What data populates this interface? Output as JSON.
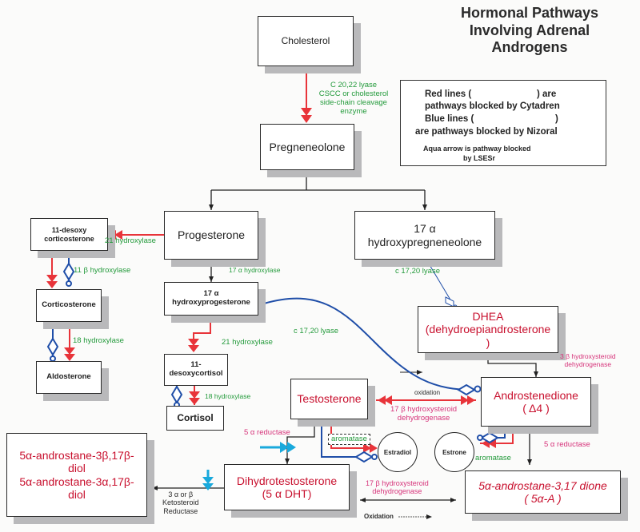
{
  "title": {
    "line1": "Hormonal Pathways",
    "line2": "Involving Adrenal",
    "line3": "Androgens"
  },
  "legend": {
    "red_line_1": "Red lines (",
    "red_line_2": ")    are",
    "red_line_3": "pathways blocked by Cytadren",
    "blue_line_1": "Blue lines (",
    "blue_line_2": ")",
    "blue_line_3": "are pathways blocked by Nizoral",
    "aqua_line_1": "Aqua arrow is pathway blocked",
    "aqua_line_2": "by LSESr",
    "colors": {
      "red": "#e8343a",
      "blue": "#1f4ea8",
      "aqua": "#19a9dc"
    }
  },
  "nodes": {
    "cholesterol": "Cholesterol",
    "pregneneolone": "Pregneneolone",
    "progesterone": "Progesterone",
    "hydroxypregneneolone_1": "17 α",
    "hydroxypregneneolone_2": "hydroxypregneneolone",
    "desoxycorticosterone_1": "11-desoxy",
    "desoxycorticosterone_2": "corticosterone",
    "corticosterone": "Corticosterone",
    "aldosterone": "Aldosterone",
    "hydroxyprogesterone_1": "17 α",
    "hydroxyprogesterone_2": "hydroxyprogesterone",
    "desoxycortisol_1": "11-",
    "desoxycortisol_2": "desoxycortisol",
    "cortisol": "Cortisol",
    "dhea_1": "DHEA",
    "dhea_2": "(dehydroepiandrosterone",
    "dhea_3": ")",
    "testosterone": "Testosterone",
    "androstenedione_1": "Androstenedione",
    "androstenedione_2": "( Δ4 )",
    "estradiol": "Estradiol",
    "estrone": "Estrone",
    "dht_1": "Dihydrotestosterone",
    "dht_2": "(5 α DHT)",
    "androstanedione_1": "5α-androstane-3,17 dione",
    "androstanedione_2": "( 5α-A )",
    "diol_1": "5α-androstane-3β,17β-",
    "diol_2": "diol",
    "diol_3": "5α-androstane-3α,17β-",
    "diol_4": "diol"
  },
  "enzymes": {
    "cscc_1": "C 20,22 lyase",
    "cscc_2": "CSCC or cholesterol",
    "cscc_3": "side-chain cleavage",
    "cscc_4": "enzyme",
    "hydroxylase21_a": "21 hydroxylase",
    "hydroxylase11b": "11 β hydroxylase",
    "hydroxylase17a": "17 α hydroxylase",
    "hydroxylase18_a": "18 hydroxylase",
    "lyase1720_a": "c 17,20 lyase",
    "lyase1720_b": "c 17,20 lyase",
    "hydroxylase21_b": "21 hydroxylase",
    "hydroxylase18_b": "18 hydroxylase",
    "hsd3b_1": "3 β hydroxysteroid",
    "hsd3b_2": "dehydrogenase",
    "oxidation_top": "oxidation",
    "hsd17b_top_1": "17 β  hydroxysteroid",
    "hsd17b_top_2": "dehydrogenase",
    "reductase5a_left": "5 α reductase",
    "reductase5a_right": "5 α reductase",
    "aromatase_left": "aromatase",
    "aromatase_right": "aromatase",
    "hsd17b_bottom_1": "17 β hydroxysteroid",
    "hsd17b_bottom_2": "dehydrogenase",
    "oxidation_bottom": "Oxidation",
    "ketosteroid_1": "3 α  or β",
    "ketosteroid_2": "Ketosteroid",
    "ketosteroid_3": "Reductase"
  }
}
